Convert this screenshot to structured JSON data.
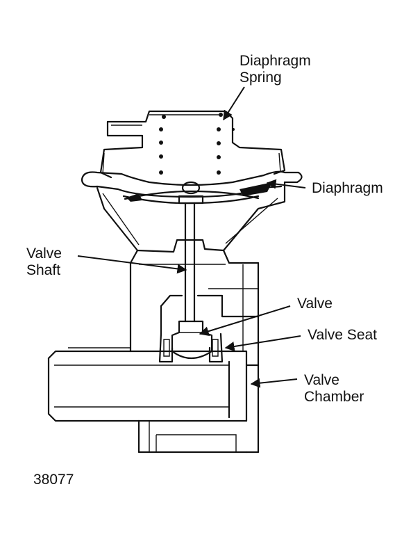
{
  "labels": {
    "diaphragm_spring_line1": "Diaphragm",
    "diaphragm_spring_line2": "Spring",
    "diaphragm": "Diaphragm",
    "valve_shaft_line1": "Valve",
    "valve_shaft_line2": "Shaft",
    "valve": "Valve",
    "valve_seat": "Valve Seat",
    "valve_chamber_line1": "Valve",
    "valve_chamber_line2": "Chamber"
  },
  "figure_number": "38077"
}
